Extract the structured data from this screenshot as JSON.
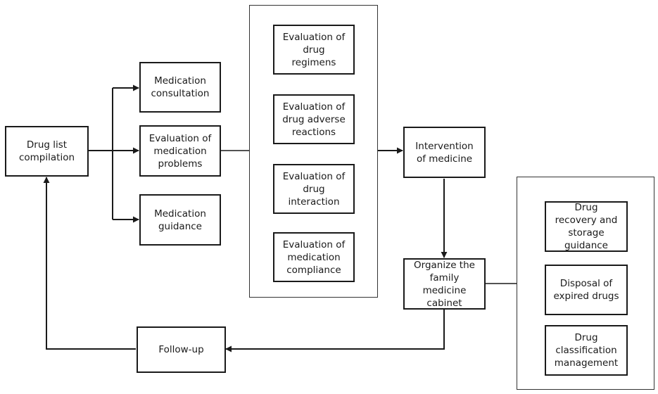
{
  "nodes": {
    "drug_list": "Drug list\ncompilation",
    "consultation": "Medication\nconsultation",
    "problems": "Evaluation of\nmedication\nproblems",
    "guidance": "Medication\nguidance",
    "eval_regimens": "Evaluation of\ndrug\nregimens",
    "eval_adverse": "Evaluation of\ndrug adverse\nreactions",
    "eval_interaction": "Evaluation of\ndrug\ninteraction",
    "eval_compliance": "Evaluation of\nmedication\ncompliance",
    "intervention": "Intervention\nof medicine",
    "cabinet": "Organize the\nfamily\nmedicine\ncabinet",
    "recovery": "Drug\nrecovery and\nstorage\nguidance",
    "expired": "Disposal of\nexpired drugs",
    "classification": "Drug\nclassification\nmanagement",
    "followup": "Follow-up"
  }
}
